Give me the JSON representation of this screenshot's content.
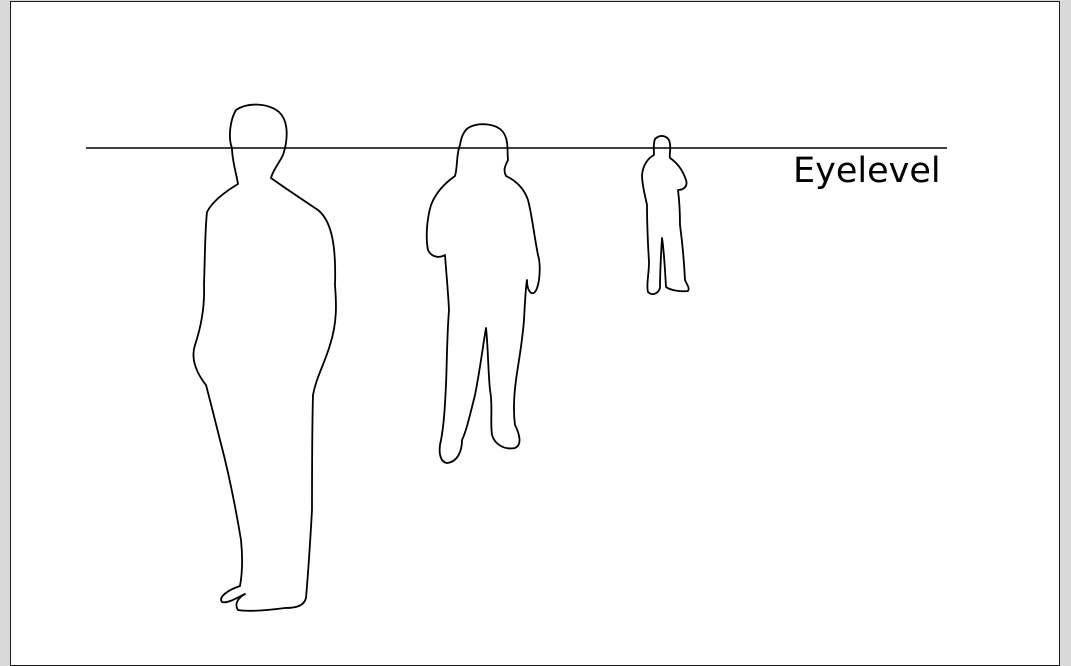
{
  "diagram": {
    "eyelevel_label": "Eyelevel",
    "figures": [
      {
        "role": "near-person",
        "icon": "person-silhouette-icon"
      },
      {
        "role": "middle-person",
        "icon": "person-silhouette-icon"
      },
      {
        "role": "far-person",
        "icon": "person-silhouette-icon"
      }
    ],
    "colors": {
      "line": "#000000",
      "background": "#ffffff",
      "frame": "#d9d9d9"
    }
  }
}
